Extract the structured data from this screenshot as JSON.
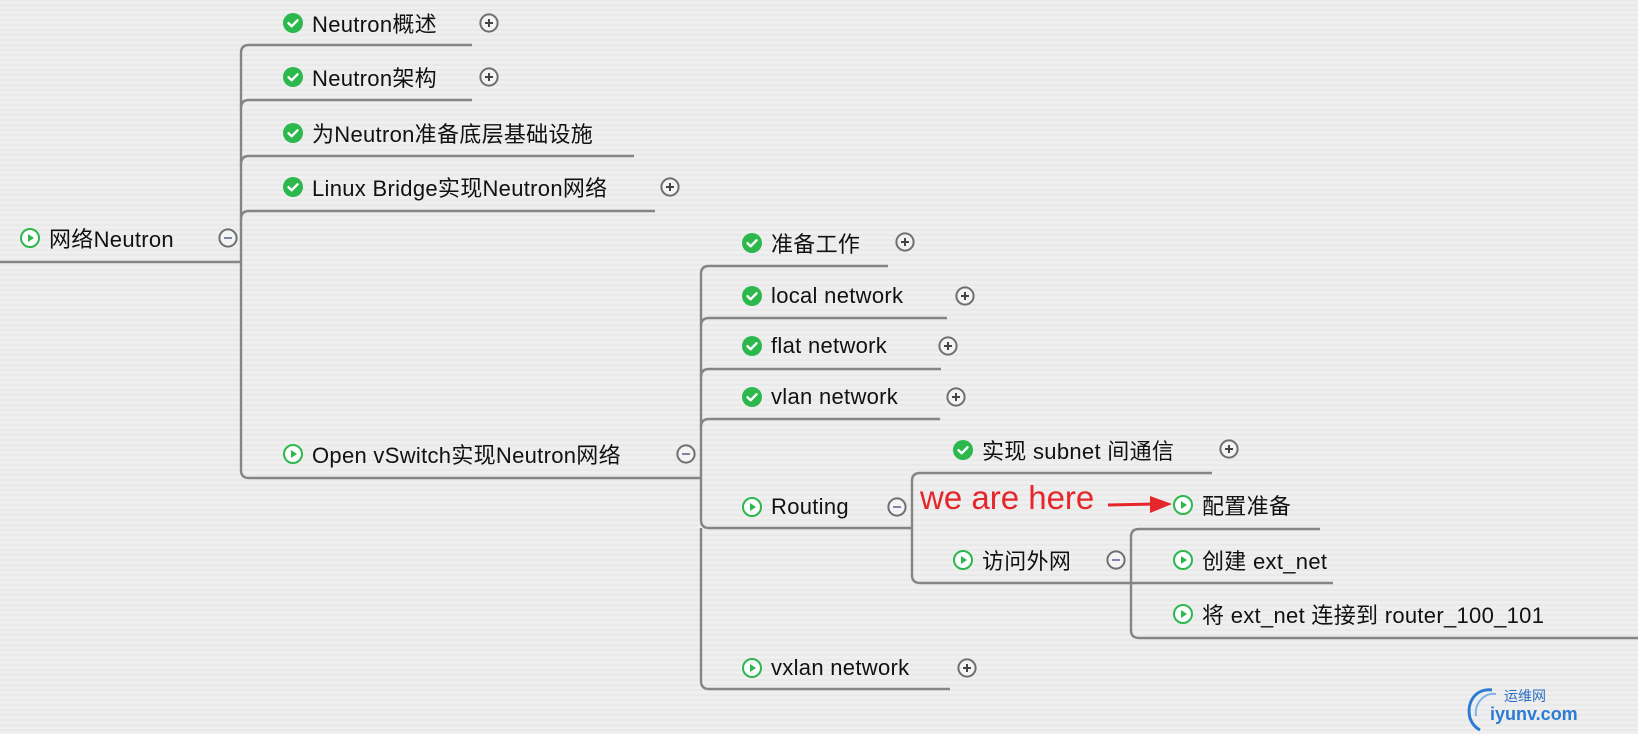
{
  "mindmap": {
    "root": {
      "label": "网络Neutron",
      "icon": "play-circle-icon",
      "state": "expanded"
    },
    "level1": [
      {
        "label": "Neutron概述",
        "icon": "check-circle-icon",
        "state": "collapsed"
      },
      {
        "label": "Neutron架构",
        "icon": "check-circle-icon",
        "state": "collapsed"
      },
      {
        "label": "为Neutron准备底层基础设施",
        "icon": "check-circle-icon",
        "state": "leaf"
      },
      {
        "label": "Linux Bridge实现Neutron网络",
        "icon": "check-circle-icon",
        "state": "collapsed"
      },
      {
        "label": "Open vSwitch实现Neutron网络",
        "icon": "play-circle-icon",
        "state": "expanded"
      }
    ],
    "ovs_children": [
      {
        "label": "准备工作",
        "icon": "check-circle-icon",
        "state": "collapsed"
      },
      {
        "label": "local network",
        "icon": "check-circle-icon",
        "state": "collapsed"
      },
      {
        "label": "flat network",
        "icon": "check-circle-icon",
        "state": "collapsed"
      },
      {
        "label": "vlan network",
        "icon": "check-circle-icon",
        "state": "collapsed"
      },
      {
        "label": "Routing",
        "icon": "play-circle-icon",
        "state": "expanded"
      },
      {
        "label": "vxlan network",
        "icon": "play-circle-icon",
        "state": "collapsed"
      }
    ],
    "routing_children": [
      {
        "label": "实现 subnet 间通信",
        "icon": "check-circle-icon",
        "state": "collapsed"
      },
      {
        "label": "配置准备",
        "icon": "play-circle-icon",
        "state": "leaf"
      },
      {
        "label": "访问外网",
        "icon": "play-circle-icon",
        "state": "expanded"
      }
    ],
    "external_children": [
      {
        "label": "创建 ext_net",
        "icon": "play-circle-icon",
        "state": "leaf"
      },
      {
        "label": "将 ext_net 连接到 router_100_101",
        "icon": "play-circle-icon",
        "state": "leaf"
      }
    ]
  },
  "annotation": {
    "text": "we are here",
    "color": "#e5262a"
  },
  "watermark": {
    "cn": "运维网",
    "en": "iyunv.com"
  },
  "colors": {
    "check": "#2db84d",
    "play": "#2db84d",
    "line": "#858585",
    "toggle": "#6f6f6f"
  }
}
